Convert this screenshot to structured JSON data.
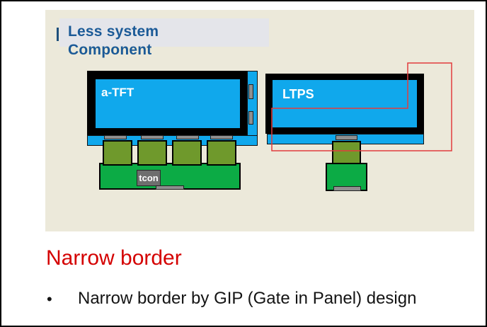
{
  "slide": {
    "title": "Less system\nComponent",
    "heading": "Narrow border",
    "bullet_marker": "•",
    "bullet_text": "Narrow border by GIP (Gate in Panel) design"
  },
  "diagram": {
    "panel_a": {
      "label": "a-TFT",
      "tcon_label": "tcon",
      "cof_chip_count": 4
    },
    "panel_b": {
      "label": "LTPS",
      "cof_chip_count": 1
    }
  },
  "colors": {
    "slide_background": "#ece9da",
    "title_text_blue": "#1b5a97",
    "title_highlight_gray": "#e4e5ea",
    "panel_glass_blue": "#10a8ec",
    "panel_frame_black": "#000000",
    "cof_chip_olive": "#6f992c",
    "pcb_green": "#0cab45",
    "connector_gray": "#8f8f8f",
    "tcon_chip_gray": "#6e6e6e",
    "annotation_red": "#e23c3c",
    "heading_red": "#d40000",
    "body_text_black": "#141414"
  }
}
